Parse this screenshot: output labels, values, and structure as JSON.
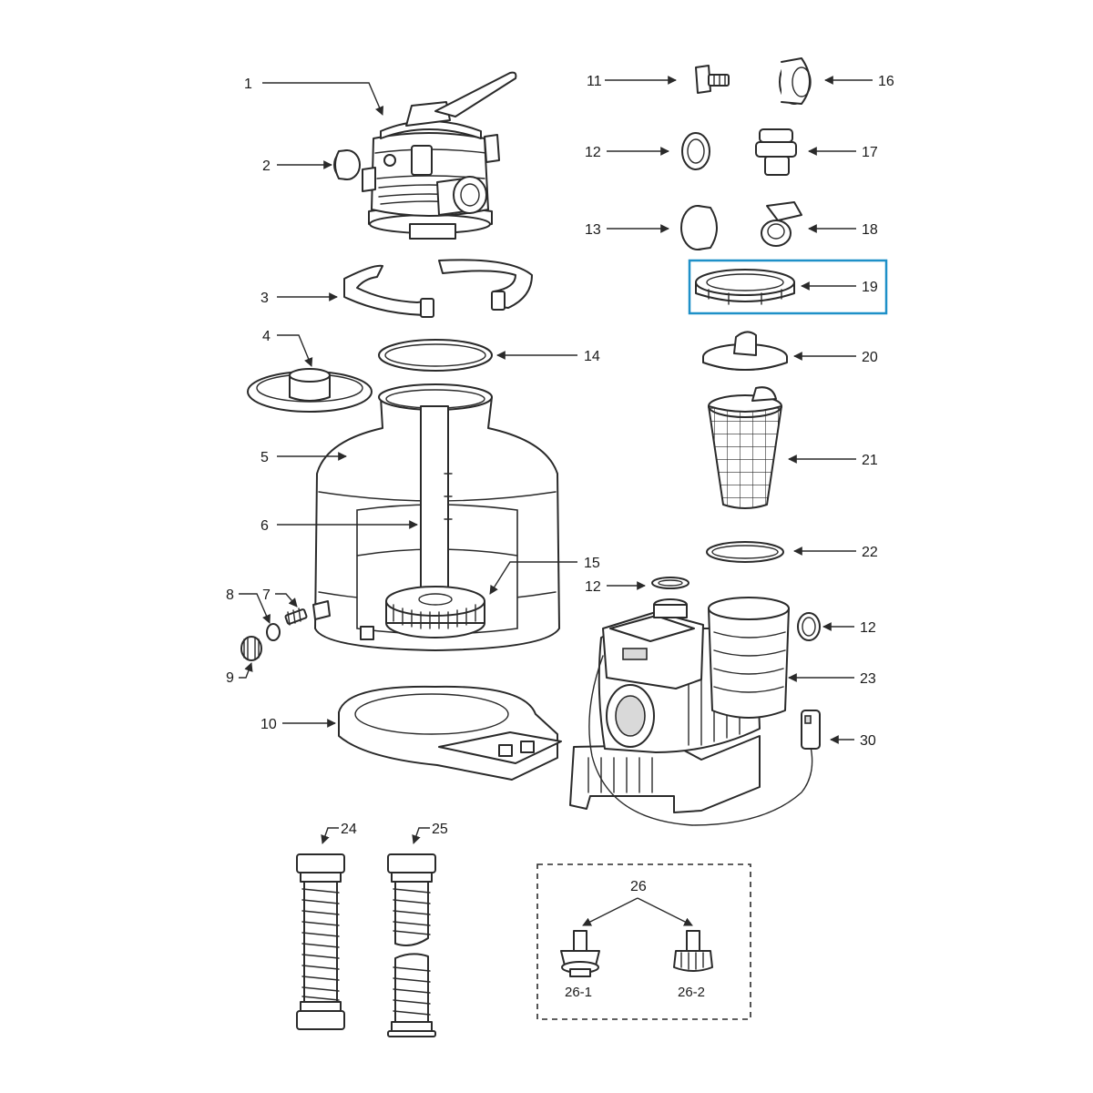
{
  "diagram": {
    "callouts": [
      {
        "id": "1",
        "text": "1"
      },
      {
        "id": "2",
        "text": "2"
      },
      {
        "id": "3",
        "text": "3"
      },
      {
        "id": "4",
        "text": "4"
      },
      {
        "id": "5",
        "text": "5"
      },
      {
        "id": "6",
        "text": "6"
      },
      {
        "id": "7",
        "text": "7"
      },
      {
        "id": "8",
        "text": "8"
      },
      {
        "id": "9",
        "text": "9"
      },
      {
        "id": "10",
        "text": "10"
      },
      {
        "id": "11",
        "text": "11"
      },
      {
        "id": "12a",
        "text": "12"
      },
      {
        "id": "13",
        "text": "13"
      },
      {
        "id": "14",
        "text": "14"
      },
      {
        "id": "15",
        "text": "15"
      },
      {
        "id": "16",
        "text": "16"
      },
      {
        "id": "17",
        "text": "17"
      },
      {
        "id": "18",
        "text": "18"
      },
      {
        "id": "19",
        "text": "19"
      },
      {
        "id": "20",
        "text": "20"
      },
      {
        "id": "21",
        "text": "21"
      },
      {
        "id": "22",
        "text": "22"
      },
      {
        "id": "12b",
        "text": "12"
      },
      {
        "id": "12c",
        "text": "12"
      },
      {
        "id": "23",
        "text": "23"
      },
      {
        "id": "30",
        "text": "30"
      },
      {
        "id": "24",
        "text": "24"
      },
      {
        "id": "25",
        "text": "25"
      },
      {
        "id": "26",
        "text": "26"
      },
      {
        "id": "26-1",
        "text": "26-1"
      },
      {
        "id": "26-2",
        "text": "26-2"
      }
    ],
    "highlight": {
      "part": "19",
      "color": "#1e90c8"
    },
    "line_color": "#2a2a2a"
  }
}
